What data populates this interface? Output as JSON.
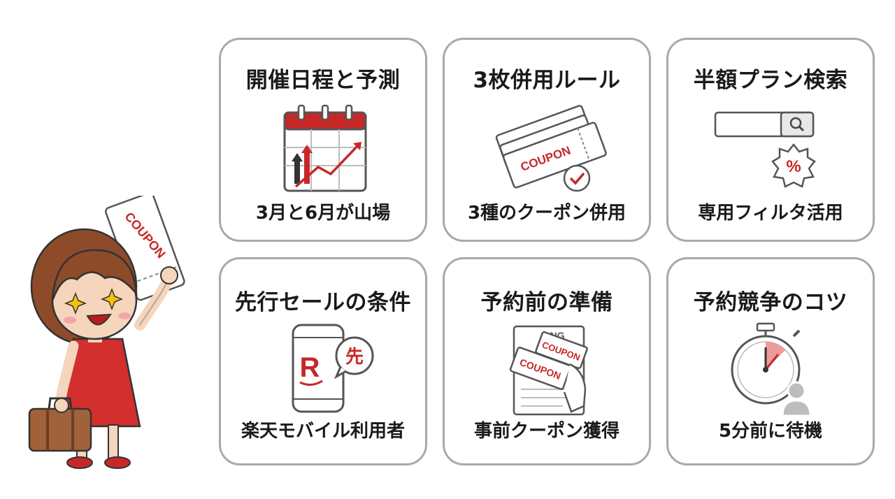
{
  "colors": {
    "accent": "#c62828",
    "border": "#a9a9a9",
    "ink": "#333333"
  },
  "mascot": {
    "coupon_text": "COUPON"
  },
  "cards": [
    {
      "title": "開催日程と予測",
      "subtitle": "3月と6月が山場",
      "icon": "calendar-chart-icon"
    },
    {
      "title": "3枚併用ルール",
      "subtitle": "3種のクーポン併用",
      "icon": "stacked-coupons-icon",
      "coupon_text": "COUPON"
    },
    {
      "title": "半額プラン検索",
      "subtitle": "専用フィルタ活用",
      "icon": "search-percent-icon",
      "badge": "%"
    },
    {
      "title": "先行セールの条件",
      "subtitle": "楽天モバイル利用者",
      "icon": "smartphone-icon",
      "badge": "先",
      "logo": "R"
    },
    {
      "title": "予約前の準備",
      "subtitle": "事前クーポン獲得",
      "icon": "hand-coupons-icon",
      "coupon_text": "COUPON",
      "doc_text": "NG"
    },
    {
      "title": "予約競争のコツ",
      "subtitle": "5分前に待機",
      "icon": "stopwatch-user-icon"
    }
  ]
}
